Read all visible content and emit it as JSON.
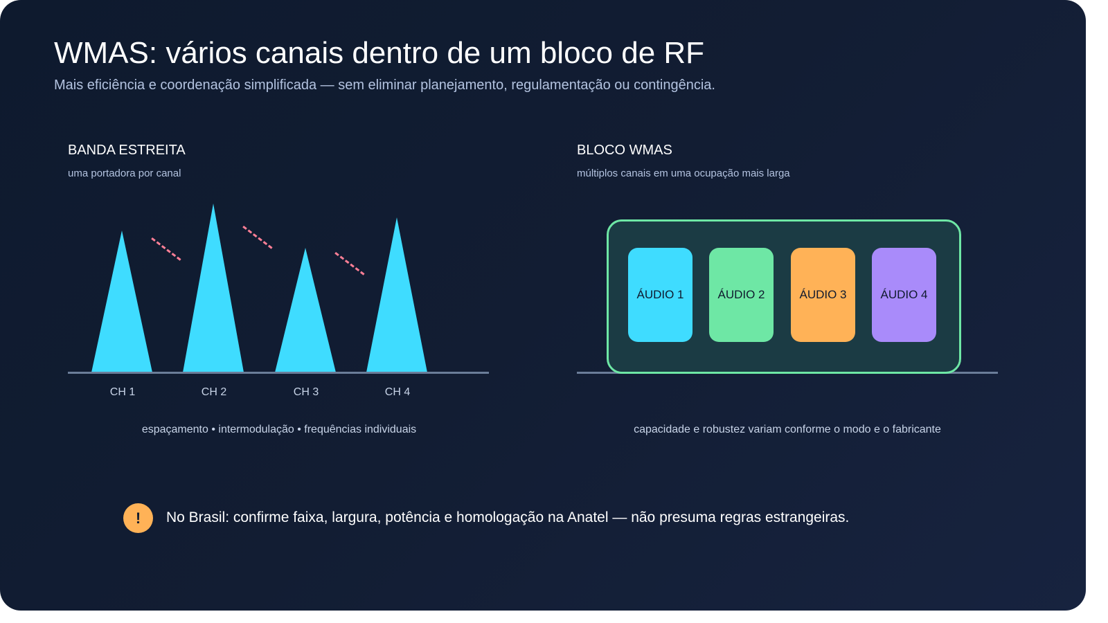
{
  "title": "WMAS: vários canais dentro de um bloco de RF",
  "subtitle": "Mais eficiência e coordenação simplificada — sem eliminar planejamento, regulamentação ou contingência.",
  "narrowband": {
    "title": "BANDA ESTREITA",
    "subtitle": "uma portadora por canal",
    "channels": [
      {
        "label": "CH 1"
      },
      {
        "label": "CH 2"
      },
      {
        "label": "CH 3"
      },
      {
        "label": "CH 4"
      }
    ],
    "note": "espaçamento • intermodulação • frequências individuais"
  },
  "wmas": {
    "title": "BLOCO WMAS",
    "subtitle": "múltiplos canais em uma ocupação mais larga",
    "channels": [
      {
        "label": "ÁUDIO 1",
        "color": "#3fdcff"
      },
      {
        "label": "ÁUDIO 2",
        "color": "#6ee7a5"
      },
      {
        "label": "ÁUDIO 3",
        "color": "#ffb257"
      },
      {
        "label": "ÁUDIO 4",
        "color": "#a98bfa"
      }
    ],
    "note": "capacidade e robustez variam conforme o modo e o fabricante"
  },
  "warning": {
    "icon": "!",
    "text": "No Brasil: confirme faixa, largura, potência e homologação na Anatel — não presuma regras estrangeiras."
  },
  "colors": {
    "carrier": "#3fdcff",
    "imd": "#ff7f96",
    "block_border": "#6ee7a5",
    "warning": "#ffb257"
  }
}
